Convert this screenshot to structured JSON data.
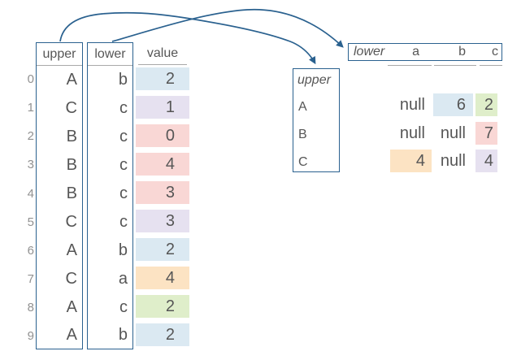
{
  "colors": {
    "accent": "#2a618f",
    "text": "#565656",
    "muted": "#919191",
    "rule": "#a9a9a9",
    "blue": "#dbe9f2",
    "purple": "#e6e1f0",
    "pink": "#f9d7d5",
    "orange": "#fce3c3",
    "green": "#dfeeca"
  },
  "source_table": {
    "headers": {
      "upper": "upper",
      "lower": "lower",
      "value": "value"
    },
    "rows": [
      {
        "idx": "0",
        "upper": "A",
        "lower": "b",
        "value": "2",
        "color": "blue"
      },
      {
        "idx": "1",
        "upper": "C",
        "lower": "c",
        "value": "1",
        "color": "purple"
      },
      {
        "idx": "2",
        "upper": "B",
        "lower": "c",
        "value": "0",
        "color": "pink"
      },
      {
        "idx": "3",
        "upper": "B",
        "lower": "c",
        "value": "4",
        "color": "pink"
      },
      {
        "idx": "4",
        "upper": "B",
        "lower": "c",
        "value": "3",
        "color": "pink"
      },
      {
        "idx": "5",
        "upper": "C",
        "lower": "c",
        "value": "3",
        "color": "purple"
      },
      {
        "idx": "6",
        "upper": "A",
        "lower": "b",
        "value": "2",
        "color": "blue"
      },
      {
        "idx": "7",
        "upper": "C",
        "lower": "a",
        "value": "4",
        "color": "orange"
      },
      {
        "idx": "8",
        "upper": "A",
        "lower": "c",
        "value": "2",
        "color": "green"
      },
      {
        "idx": "9",
        "upper": "A",
        "lower": "b",
        "value": "2",
        "color": "blue"
      }
    ]
  },
  "pivot_table": {
    "columns_name": "lower",
    "index_name": "upper",
    "columns": [
      "a",
      "b",
      "c"
    ],
    "rows": [
      {
        "index": "A",
        "cells": [
          {
            "text": "null",
            "color": ""
          },
          {
            "text": "6",
            "color": "blue"
          },
          {
            "text": "2",
            "color": "green"
          }
        ]
      },
      {
        "index": "B",
        "cells": [
          {
            "text": "null",
            "color": ""
          },
          {
            "text": "null",
            "color": ""
          },
          {
            "text": "7",
            "color": "pink"
          }
        ]
      },
      {
        "index": "C",
        "cells": [
          {
            "text": "4",
            "color": "orange"
          },
          {
            "text": "null",
            "color": ""
          },
          {
            "text": "4",
            "color": "purple"
          }
        ]
      }
    ]
  },
  "arrows": [
    {
      "name": "upper-column-to-pivot-index"
    },
    {
      "name": "lower-column-to-pivot-columns"
    }
  ]
}
